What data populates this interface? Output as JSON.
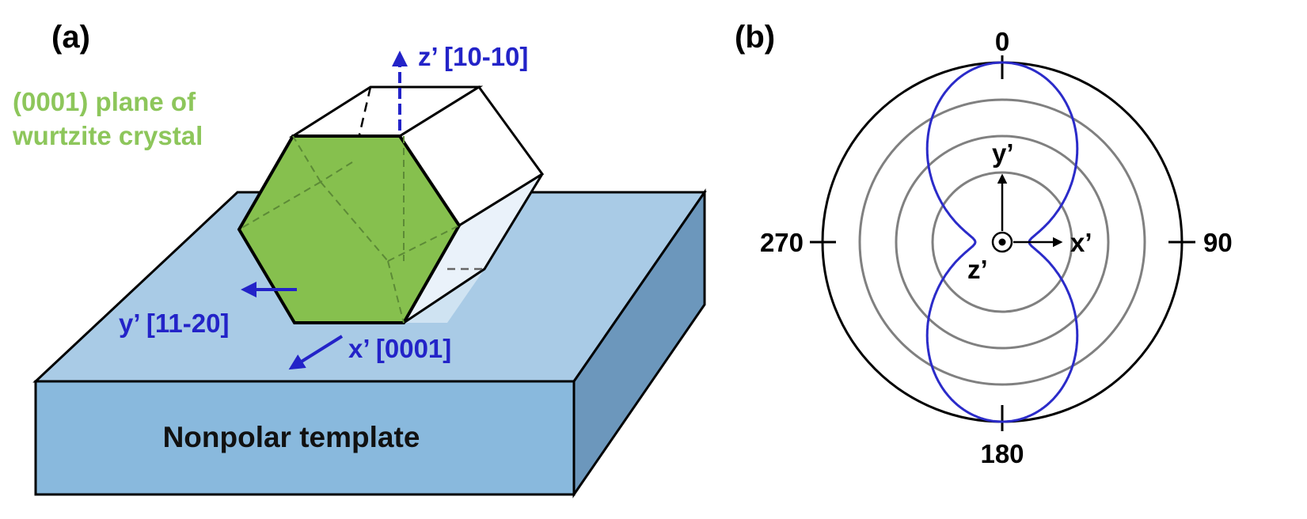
{
  "panel_a": {
    "label": "(a)",
    "plane_caption_line1": "(0001) plane of",
    "plane_caption_line2": "wurtzite crystal",
    "template_label": "Nonpolar template",
    "axis_z": "z’ [10-10]",
    "axis_y": "y’ [11-20]",
    "axis_x": "x’ [0001]"
  },
  "panel_b": {
    "label": "(b)",
    "angle_labels": {
      "top": "0",
      "right": "90",
      "bottom": "180",
      "left": "270"
    },
    "axis_x": "x’",
    "axis_y": "y’",
    "axis_z": "z’"
  },
  "colors": {
    "template_top": "#a9cbe6",
    "template_front": "#89b9dd",
    "template_side": "#6c97bc",
    "crystal_face": "#86c04e",
    "caption_green": "#8dc65b",
    "axis_blue": "#2323c8",
    "polar_curve": "#2b2bc9",
    "ring_gray": "#808080"
  }
}
